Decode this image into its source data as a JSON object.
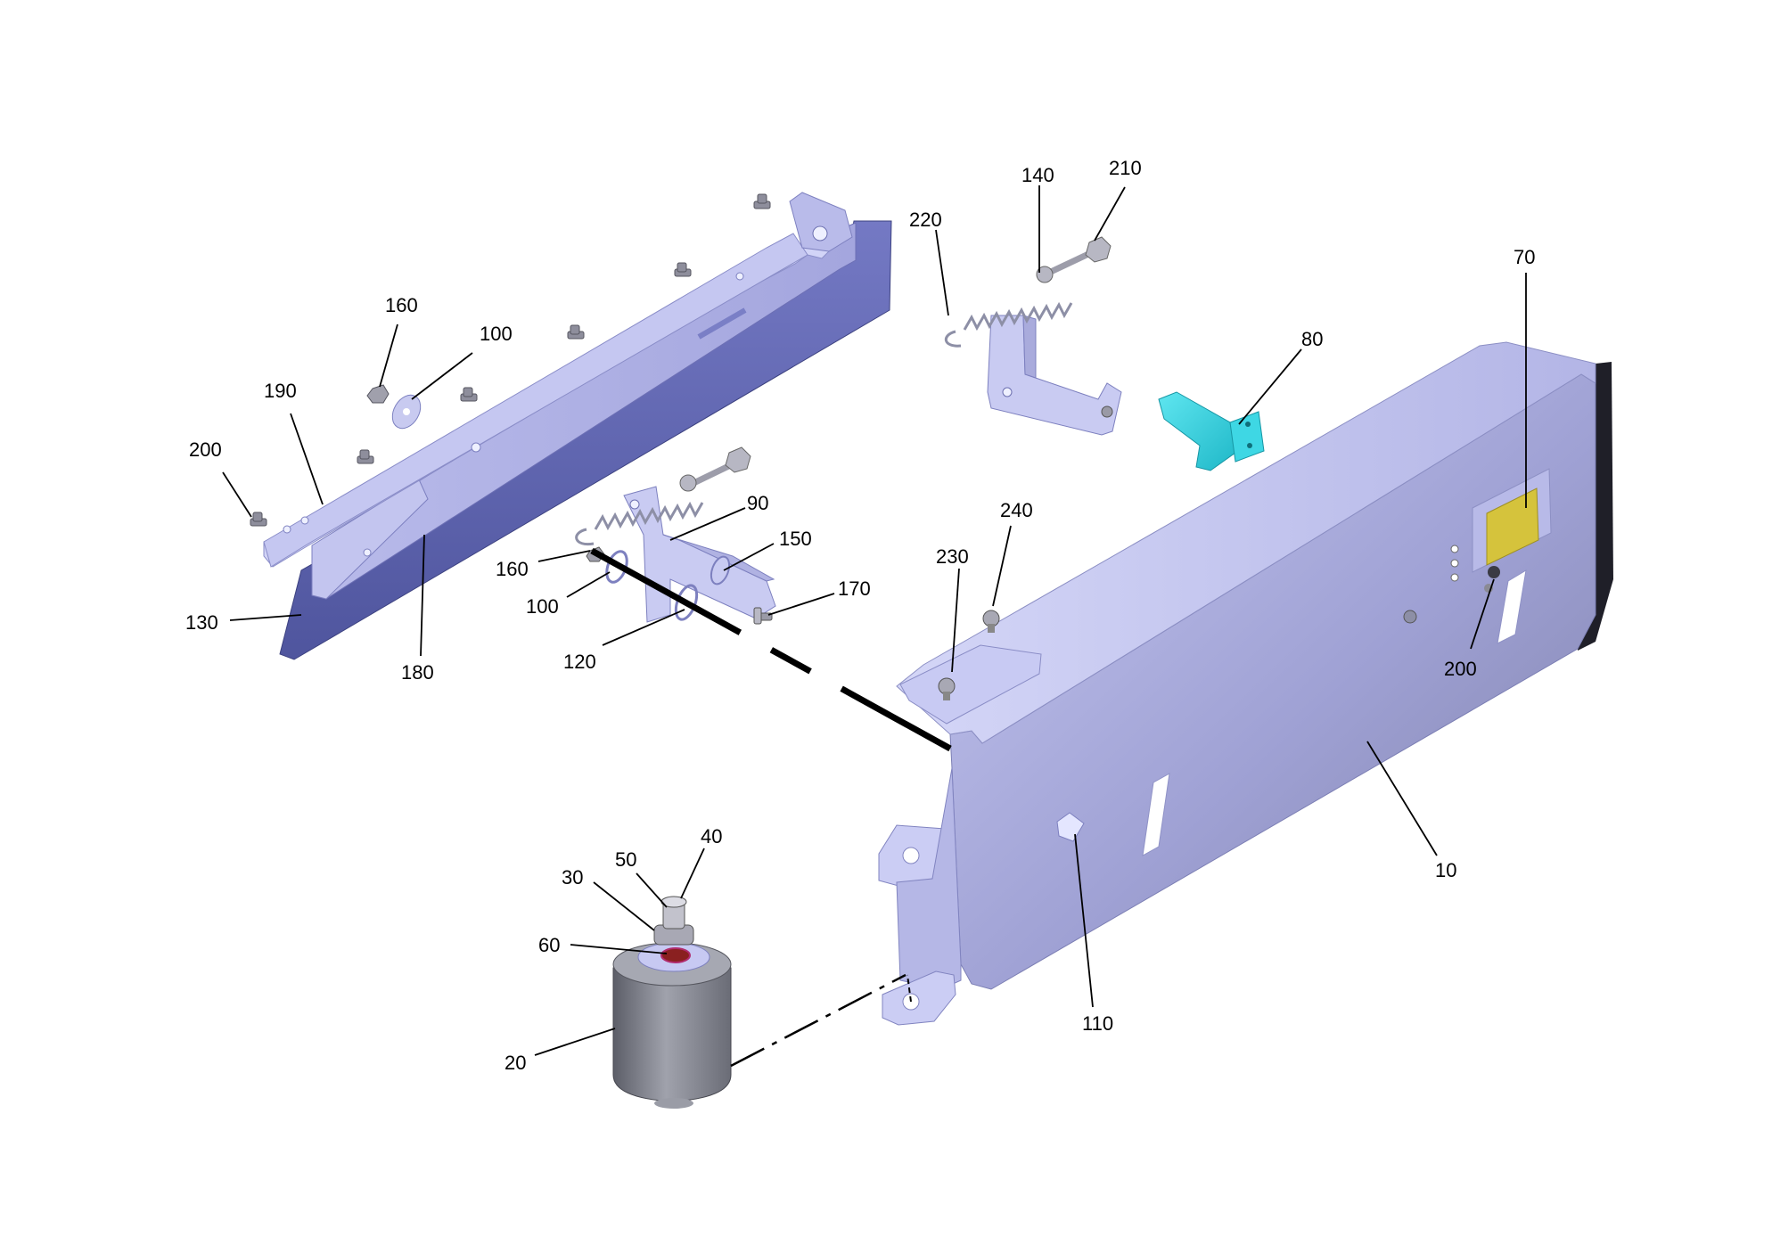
{
  "callouts": {
    "c10": "10",
    "c20": "20",
    "c30": "30",
    "c40": "40",
    "c50": "50",
    "c60": "60",
    "c70": "70",
    "c80": "80",
    "c90": "90",
    "c100a": "100",
    "c100b": "100",
    "c110": "110",
    "c120": "120",
    "c130": "130",
    "c140": "140",
    "c150": "150",
    "c160a": "160",
    "c160b": "160",
    "c170": "170",
    "c180": "180",
    "c190": "190",
    "c200a": "200",
    "c200b": "200",
    "c210": "210",
    "c220": "220",
    "c230": "230",
    "c240": "240"
  },
  "colors": {
    "part_light": "#c4c6f0",
    "part_mid": "#a9abe0",
    "part_dark": "#5e64b0",
    "part_shadow": "#7f83c2",
    "handle": "#2fd3e0",
    "label": "#d8c23a",
    "motor": "#7a7c88",
    "fastener": "#9a9aa6"
  }
}
